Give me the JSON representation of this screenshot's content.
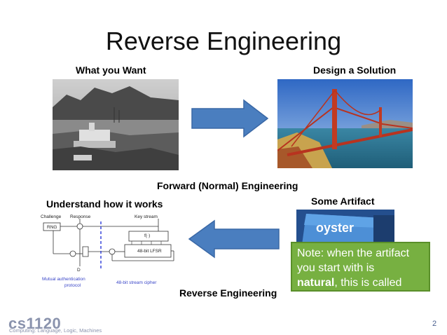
{
  "slide": {
    "title": "Reverse Engineering",
    "what_you_want": "What you Want",
    "design_solution": "Design a Solution",
    "forward_engineering": "Forward (Normal) Engineering",
    "understand": "Understand how it works",
    "some_artifact": "Some Artifact",
    "reverse_engineering": "Reverse Engineering",
    "page_number": "2"
  },
  "note": {
    "line1": "Note: when the artifact",
    "line2": "you start with is",
    "bold_word": "natural",
    "line3_rest": ", this is called"
  },
  "diagram": {
    "challenge": "Challenge",
    "response": "Response",
    "key_stream": "Key stream",
    "rng": "RNG",
    "f_func": "f(·)",
    "lfsr": "48-bit LFSR",
    "d_label": "D",
    "mutual_auth_line1": "Mutual authentication",
    "mutual_auth_line2": "protocol",
    "stream_cipher": "48-bit stream cipher"
  },
  "card": {
    "text": "oyster"
  },
  "logo": {
    "brand": "cs1120",
    "subtitle": "Computing: Language, Logic, Machines"
  },
  "colors": {
    "arrow_fill": "#4a7ebf",
    "note_green": "#77b041",
    "logo": "#8a93ad",
    "dashed_line": "#2a3ad8"
  }
}
